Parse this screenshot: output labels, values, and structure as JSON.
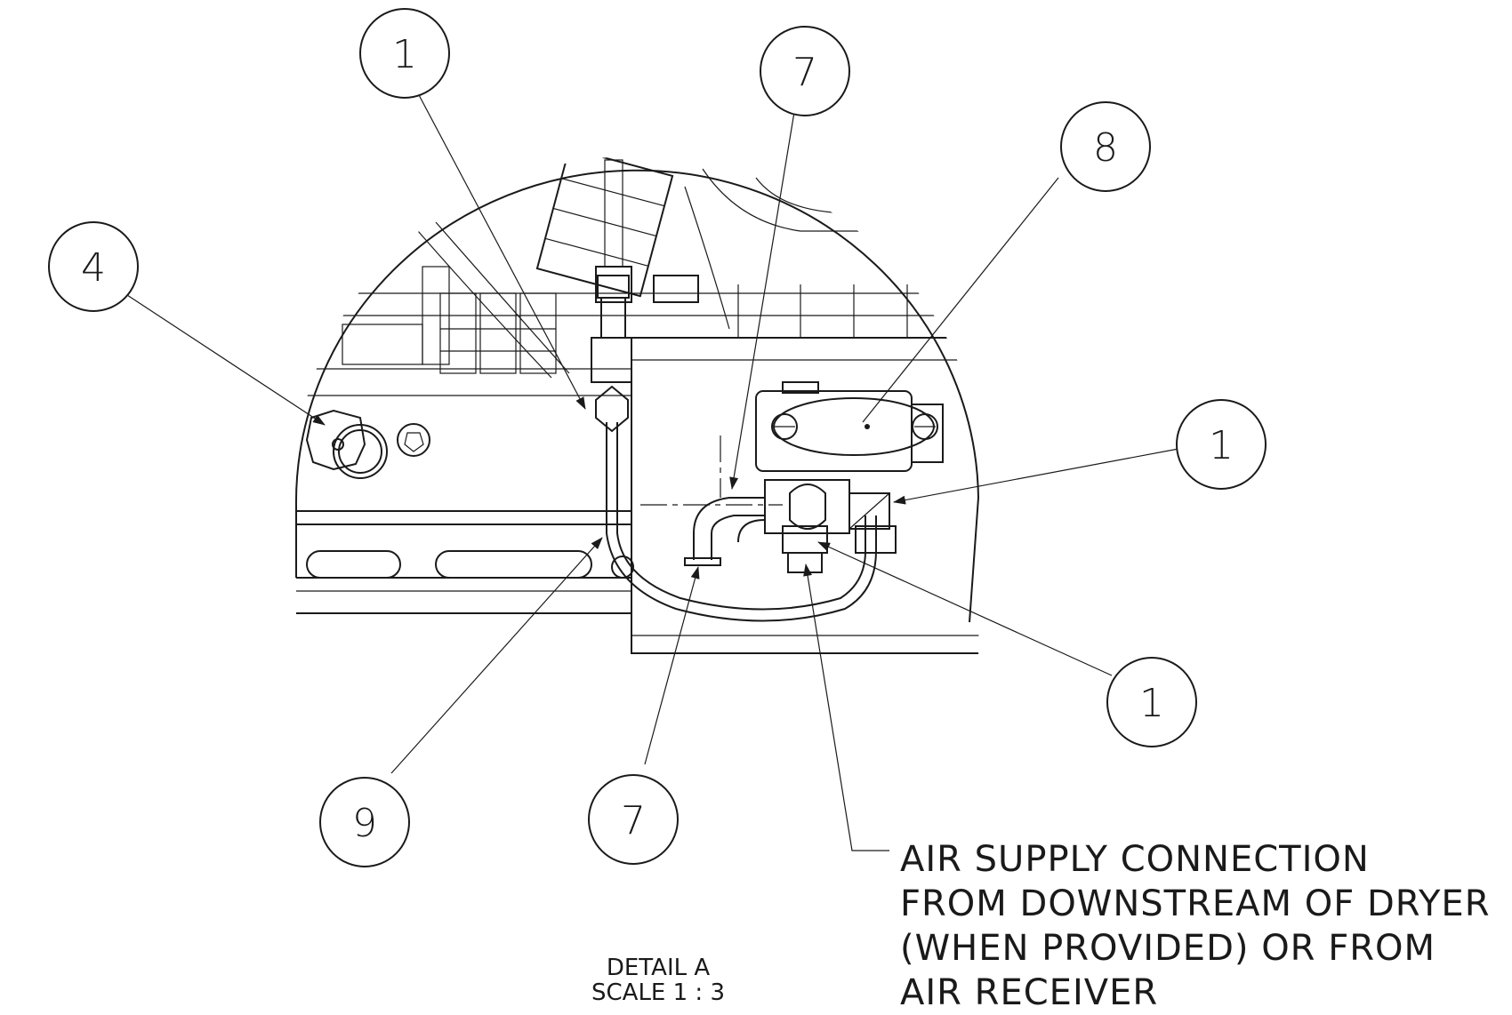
{
  "callouts": {
    "c1_top": "1",
    "c7_top": "7",
    "c8": "8",
    "c4": "4",
    "c1_right": "1",
    "c1_lower": "1",
    "c9": "9",
    "c7_bottom": "7"
  },
  "note": {
    "line1": "AIR SUPPLY CONNECTION",
    "line2": "FROM DOWNSTREAM OF DRYER",
    "line3": "(WHEN PROVIDED) OR FROM",
    "line4": "AIR RECEIVER"
  },
  "detail": {
    "title": "DETAIL A",
    "scale": "SCALE 1 : 3"
  }
}
